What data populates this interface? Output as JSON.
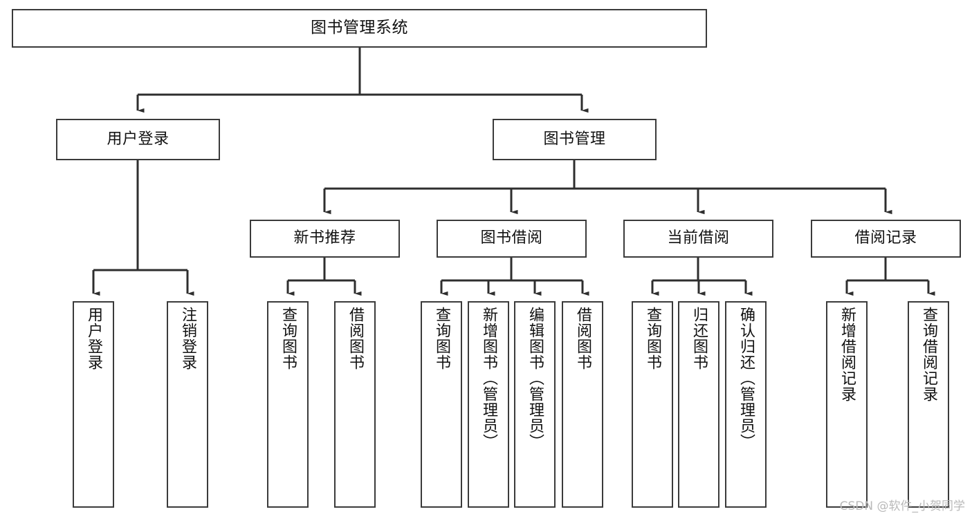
{
  "diagram": {
    "type": "tree-hierarchy",
    "title": "图书管理系统",
    "orientation": "top-down",
    "watermark": "CSDN @软件_小贺同学",
    "colors": {
      "background": "#ffffff",
      "box_border": "#3a3a3a",
      "box_fill": "#ffffff",
      "text": "#111111",
      "connector": "#2e2e2e",
      "watermark": "#b9b9b9"
    },
    "nodes": {
      "root": {
        "id": "root",
        "label": "图书管理系统",
        "level": 0
      },
      "level1": [
        {
          "id": "user-login",
          "label": "用户登录",
          "level": 1
        },
        {
          "id": "book-management",
          "label": "图书管理",
          "level": 1
        }
      ],
      "level2": [
        {
          "id": "new-book-recommend",
          "label": "新书推荐",
          "level": 2,
          "parent": "book-management"
        },
        {
          "id": "book-borrow",
          "label": "图书借阅",
          "level": 2,
          "parent": "book-management"
        },
        {
          "id": "current-borrow",
          "label": "当前借阅",
          "level": 2,
          "parent": "book-management"
        },
        {
          "id": "borrow-record",
          "label": "借阅记录",
          "level": 2,
          "parent": "book-management"
        }
      ],
      "leaves": [
        {
          "id": "leaf-user-login",
          "label": "用户登录",
          "parent": "user-login"
        },
        {
          "id": "leaf-logout-login",
          "label": "注销登录",
          "parent": "user-login"
        },
        {
          "id": "leaf-query-book-1",
          "label": "查询图书",
          "parent": "new-book-recommend"
        },
        {
          "id": "leaf-borrow-book-1",
          "label": "借阅图书",
          "parent": "new-book-recommend"
        },
        {
          "id": "leaf-query-book-2",
          "label": "查询图书",
          "parent": "book-borrow"
        },
        {
          "id": "leaf-add-book",
          "label": "新增图书（管理员）",
          "parent": "book-borrow"
        },
        {
          "id": "leaf-edit-book",
          "label": "编辑图书（管理员）",
          "parent": "book-borrow"
        },
        {
          "id": "leaf-borrow-book-2",
          "label": "借阅图书",
          "parent": "book-borrow"
        },
        {
          "id": "leaf-query-book-3",
          "label": "查询图书",
          "parent": "current-borrow"
        },
        {
          "id": "leaf-return-book",
          "label": "归还图书",
          "parent": "current-borrow"
        },
        {
          "id": "leaf-confirm-return",
          "label": "确认归还（管理员）",
          "parent": "current-borrow"
        },
        {
          "id": "leaf-add-record",
          "label": "新增借阅记录",
          "parent": "borrow-record"
        },
        {
          "id": "leaf-query-record",
          "label": "查询借阅记录",
          "parent": "borrow-record"
        }
      ]
    }
  }
}
